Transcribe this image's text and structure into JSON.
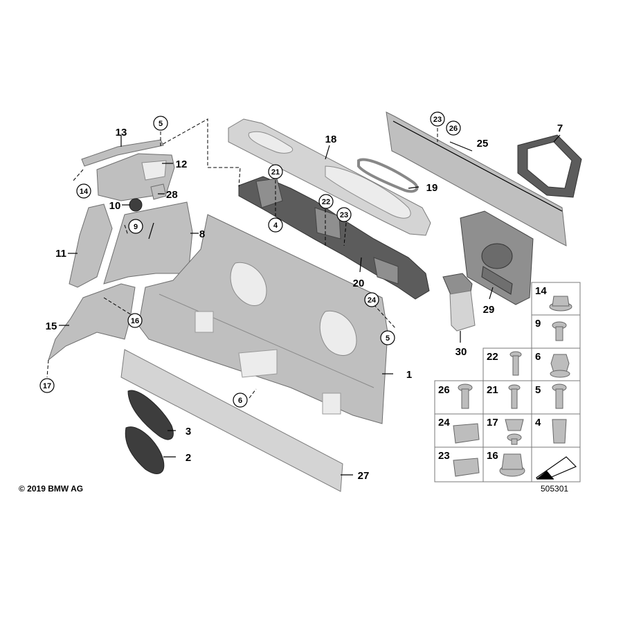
{
  "labels": {
    "l1": "1",
    "l2": "2",
    "l3": "3",
    "l7": "7",
    "l8": "8",
    "l10": "10",
    "l11": "11",
    "l12": "12",
    "l13": "13",
    "l15": "15",
    "l18": "18",
    "l19": "19",
    "l20": "20",
    "l25": "25",
    "l27": "27",
    "l28": "28",
    "l29": "29",
    "l30": "30"
  },
  "circled": {
    "c4": "4",
    "c5a": "5",
    "c5b": "5",
    "c6": "6",
    "c9": "9",
    "c14": "14",
    "c16": "16",
    "c17": "17",
    "c21": "21",
    "c22": "22",
    "c23a": "23",
    "c23b": "23",
    "c24": "24",
    "c26": "26"
  },
  "grid": {
    "g14": "14",
    "g9": "9",
    "g22": "22",
    "g6": "6",
    "g26": "26",
    "g21": "21",
    "g5": "5",
    "g24": "24",
    "g17": "17",
    "g4": "4",
    "g23": "23",
    "g16": "16"
  },
  "footer": {
    "copyright": "© 2019 BMW AG",
    "diagram_number": "505301"
  },
  "icons": [
    "arrow-icon"
  ]
}
